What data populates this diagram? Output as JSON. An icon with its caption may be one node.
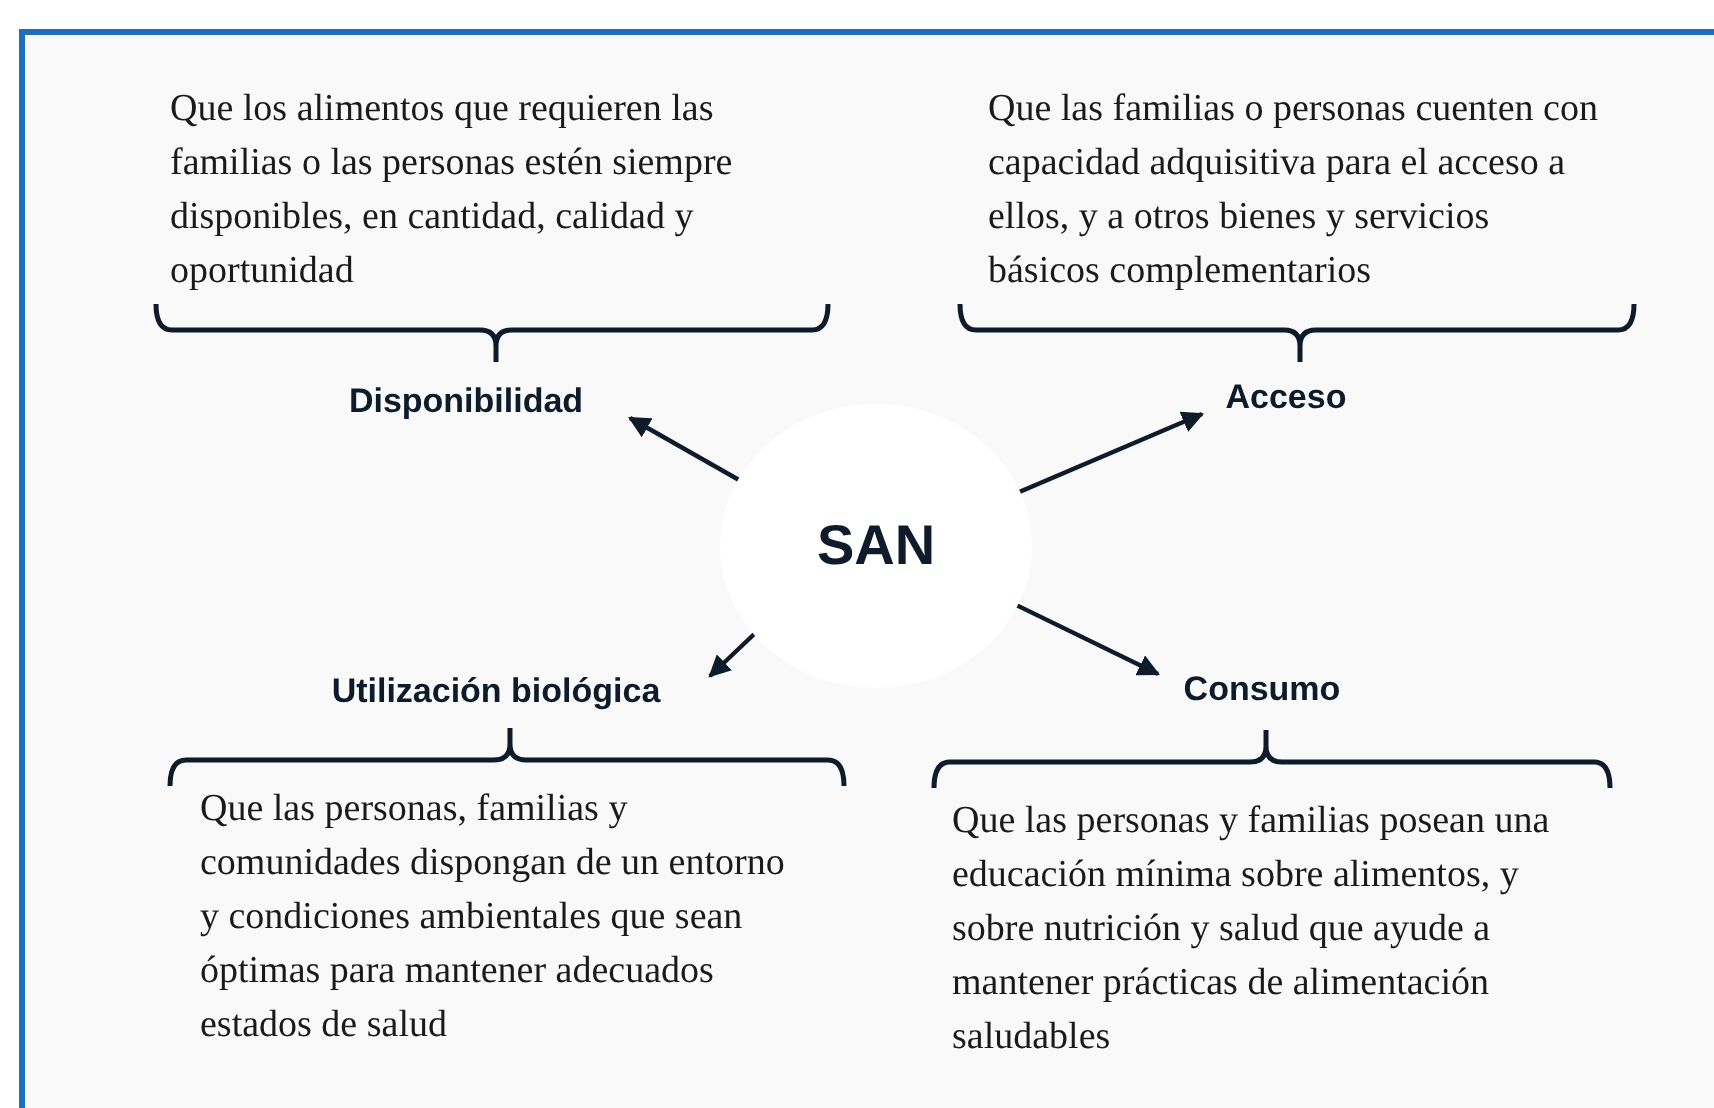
{
  "diagram": {
    "nodes": [
      {
        "text": [
          "SAN"
        ]
      },
      {
        "text": [
          "Disponibilidad"
        ],
        "beside": [
          "Que los alimentos que requieren las familias o las personas estén siempre disponibles, en cantidad, calidad y oportunidad"
        ]
      },
      {
        "text": [
          "Acceso"
        ],
        "beside": [
          "Que las familias o personas cuenten con capacidad adquisitiva para el acceso a ellos, y a otros bienes y servicios básicos complementarios"
        ]
      },
      {
        "text": [
          "Utilización biológica"
        ],
        "beside": [
          "Que las personas, familias y comunidades dispongan de un entorno y condiciones ambientales que sean óptimas para mantener adecuados estados de salud"
        ]
      },
      {
        "text": [
          "Consumo"
        ],
        "beside": [
          "Que las personas y familias posean una educación mínima sobre alimentos, y sobre nutrición y salud que ayude a mantener prácticas de alimentación saludables"
        ]
      }
    ],
    "edges": [
      {
        "from": 0,
        "to": 1,
        "arrow": "to"
      },
      {
        "from": 0,
        "to": 2,
        "arrow": "to"
      },
      {
        "from": 0,
        "to": 3,
        "arrow": "to"
      },
      {
        "from": 0,
        "to": 4,
        "arrow": "to"
      }
    ]
  }
}
